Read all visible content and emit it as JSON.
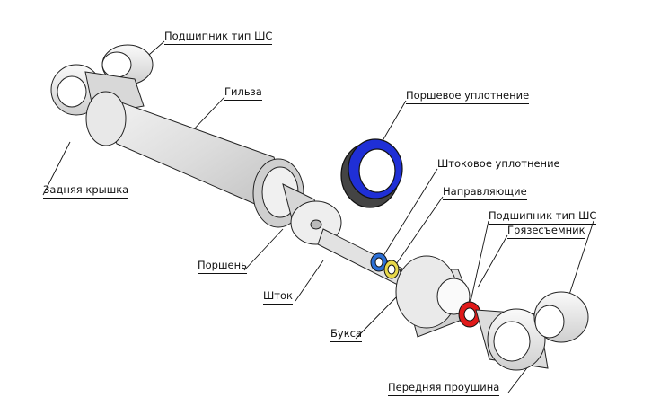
{
  "labels": {
    "bearing_top": "Подшипник тип ШС",
    "sleeve": "Гильза",
    "piston_seal": "Поршевое уплотнение",
    "rod_seal": "Штоковое уплотнение",
    "guides": "Направляющие",
    "bearing_right": "Подшипник тип ШС",
    "wiper": "Грязесъемник",
    "rear_cover": "Задняя крышка",
    "piston": "Поршень",
    "rod": "Шток",
    "bushing": "Букса",
    "front_eye": "Передняя проушина"
  },
  "colors": {
    "piston_seal": "#1f2fd6",
    "rod_seal": "#2b6fd6",
    "guides": "#e8d84a",
    "wiper": "#e01a1a",
    "metal": "#e6e6e6",
    "outline": "#222222"
  }
}
